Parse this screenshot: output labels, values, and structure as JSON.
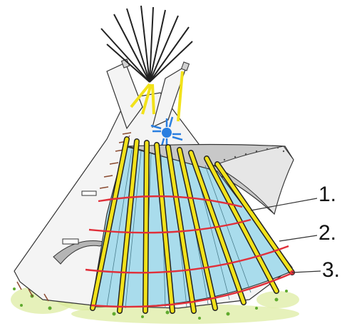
{
  "diagram": {
    "labels": [
      {
        "id": "1",
        "text": "1."
      },
      {
        "id": "2",
        "text": "2."
      },
      {
        "id": "3",
        "text": "3."
      }
    ],
    "colors": {
      "cover": "#f4f4f4",
      "cover_shadow": "#c8c8c8",
      "liner": "#a9dcec",
      "pole": "#f2e21a",
      "pole_edge": "#222222",
      "rope": "#e0303a",
      "grass": "#c9e27a",
      "symbol": "#2a7fe0"
    },
    "icons": [
      "sun-symbol-icon"
    ]
  }
}
